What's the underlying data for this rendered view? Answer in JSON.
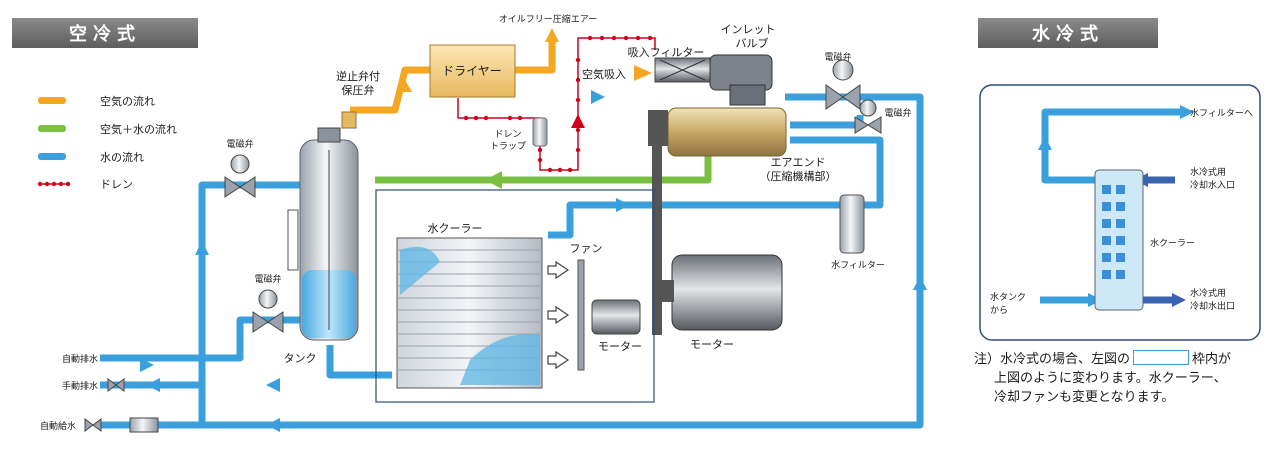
{
  "headers": {
    "air": "空冷式",
    "water": "水冷式"
  },
  "legend": [
    {
      "label": "空気の流れ",
      "color": "#f5a623"
    },
    {
      "label": "空気＋水の流れ",
      "color": "#7ac143"
    },
    {
      "label": "水の流れ",
      "color": "#3aa0dd"
    },
    {
      "label": "ドレン",
      "color": "#d0021b"
    }
  ],
  "labels": {
    "oil_free_air": "オイルフリー圧縮エアー",
    "inlet_valve_1": "インレット",
    "inlet_valve_2": "バルブ",
    "intake_filter": "吸入フィルター",
    "air_intake": "空気吸入",
    "dryer": "ドライヤー",
    "check_valve_1": "逆止弁付",
    "check_valve_2": "保圧弁",
    "drain_trap_1": "ドレン",
    "drain_trap_2": "トラップ",
    "solenoid": "電磁弁",
    "air_end_1": "エアエンド",
    "air_end_2": "（圧縮機構部）",
    "water_cooler": "水クーラー",
    "fan": "ファン",
    "motor": "モーター",
    "water_filter": "水フィルター",
    "tank": "タンク",
    "auto_drain": "自動排水",
    "manual_drain": "手動排水",
    "auto_supply": "自動給水"
  },
  "water_cooled": {
    "to_filter": "水フィルターへ",
    "in_1": "水冷式用",
    "in_2": "冷却水入口",
    "cooler": "水クーラー",
    "from_tank_1": "水タンク",
    "from_tank_2": "から",
    "out_1": "水冷式用",
    "out_2": "冷却水出口"
  },
  "note": {
    "prefix": "注）水冷式の場合、左図の",
    "suffix": "枠内が",
    "line2": "上図のように変わります。水クーラー、",
    "line3": "冷却ファンも変更となります。"
  }
}
